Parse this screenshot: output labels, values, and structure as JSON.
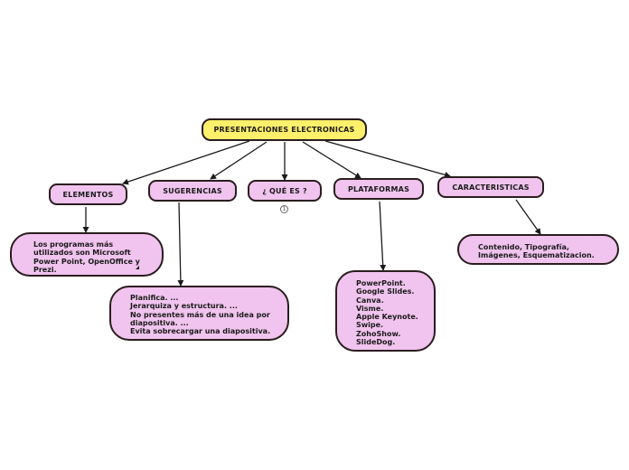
{
  "root": {
    "label": "PRESENTACIONES ELECTRONICAS"
  },
  "branches": {
    "elementos": {
      "label": "ELEMENTOS"
    },
    "sugerencias": {
      "label": "SUGERENCIAS"
    },
    "que_es": {
      "label": "¿ QUÉ ES ?",
      "marker": "1"
    },
    "plataformas": {
      "label": "PLATAFORMAS"
    },
    "caracteristicas": {
      "label": "CARACTERISTICAS"
    }
  },
  "details": {
    "elementos": {
      "lines": [
        "Los programas más",
        "utilizados son Microsoft",
        "Power Point, OpenOffice y",
        "Prezi."
      ]
    },
    "sugerencias": {
      "lines": [
        "Planifica. ...",
        "Jerarquiza y estructura. ...",
        "No presentes más de una idea por",
        "diapositiva. ...",
        "Evita sobrecargar una diapositiva."
      ]
    },
    "plataformas": {
      "lines": [
        "PowerPoint.",
        "Google Slides.",
        "Canva.",
        "Visme.",
        "Apple Keynote.",
        "Swipe.",
        "ZohoShow.",
        "SlideDog."
      ]
    },
    "caracteristicas": {
      "lines": [
        "Contenido, Tipografía,",
        "Imágenes, Esquematizacion."
      ]
    }
  },
  "colors": {
    "root_fill": "#fff06b",
    "node_fill": "#f0c4ee",
    "border": "#2b1d1f",
    "edge": "#1a1a1a"
  }
}
